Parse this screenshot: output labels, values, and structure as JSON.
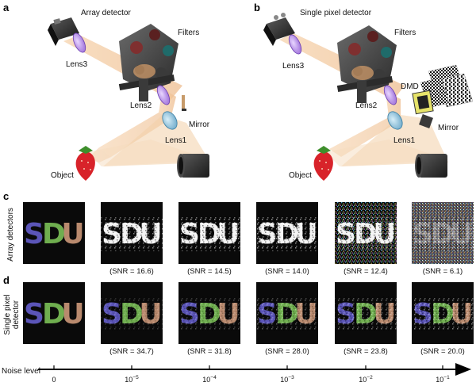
{
  "panel_a": {
    "letter": "a",
    "labels": {
      "detector": "Array detector",
      "filters": "Filters",
      "lens3": "Lens3",
      "lens2": "Lens2",
      "mirror": "Mirror",
      "lens1": "Lens1",
      "object": "Object"
    }
  },
  "panel_b": {
    "letter": "b",
    "labels": {
      "detector": "Single pixel detector",
      "filters": "Filters",
      "lens3": "Lens3",
      "lens2": "Lens2",
      "dmd": "DMD",
      "mirror": "Mirror",
      "lens1": "Lens1",
      "object": "Object"
    }
  },
  "panel_c": {
    "letter": "c",
    "row_label": "Array detectors",
    "snr": [
      "(SNR = 16.6)",
      "(SNR = 14.5)",
      "(SNR = 14.0)",
      "(SNR = 12.4)",
      "(SNR = 6.1)"
    ]
  },
  "panel_d": {
    "letter": "d",
    "row_label_lines": [
      "Single pixel",
      "detector"
    ],
    "snr": [
      "(SNR = 34.7)",
      "(SNR = 31.8)",
      "(SNR = 28.0)",
      "(SNR = 23.8)",
      "(SNR = 20.0)"
    ]
  },
  "image_text": {
    "s": "S",
    "d": "D",
    "u": "U"
  },
  "colors": {
    "s": "#5b55b8",
    "d": "#6fae4f",
    "u": "#b98a6e",
    "frame_bg": "#0a0a0a",
    "beam": "#f3c9a0"
  },
  "noise_axis": {
    "title": "Noise level",
    "ticks": [
      {
        "base": "0",
        "exp": ""
      },
      {
        "base": "10",
        "exp": "−5"
      },
      {
        "base": "10",
        "exp": "−4"
      },
      {
        "base": "10",
        "exp": "−3"
      },
      {
        "base": "10",
        "exp": "−2"
      },
      {
        "base": "10",
        "exp": "−1"
      }
    ]
  }
}
